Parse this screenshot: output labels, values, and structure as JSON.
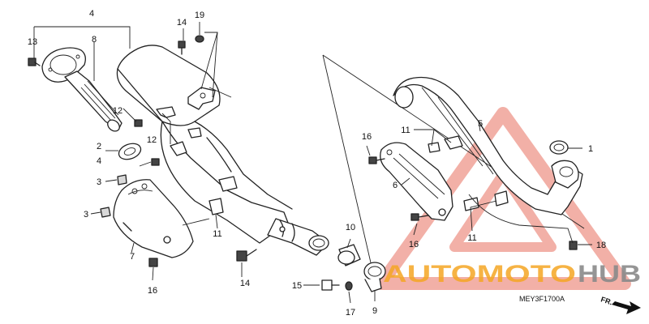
{
  "callouts": [
    "1",
    "2",
    "3",
    "3",
    "4",
    "4",
    "5",
    "6",
    "7",
    "8",
    "9",
    "10",
    "11",
    "11",
    "11",
    "12",
    "12",
    "13",
    "14",
    "14",
    "15",
    "16",
    "16",
    "16",
    "17",
    "18",
    "19"
  ],
  "diagram_code": "MEY3F1700A",
  "direction_label": "FR.",
  "watermark": {
    "word1": "AUTOMOTO",
    "word2": "HUB",
    "color_primary": "#f5a623",
    "color_secondary": "#8a8a8a",
    "triangle_color": "#e87060"
  }
}
